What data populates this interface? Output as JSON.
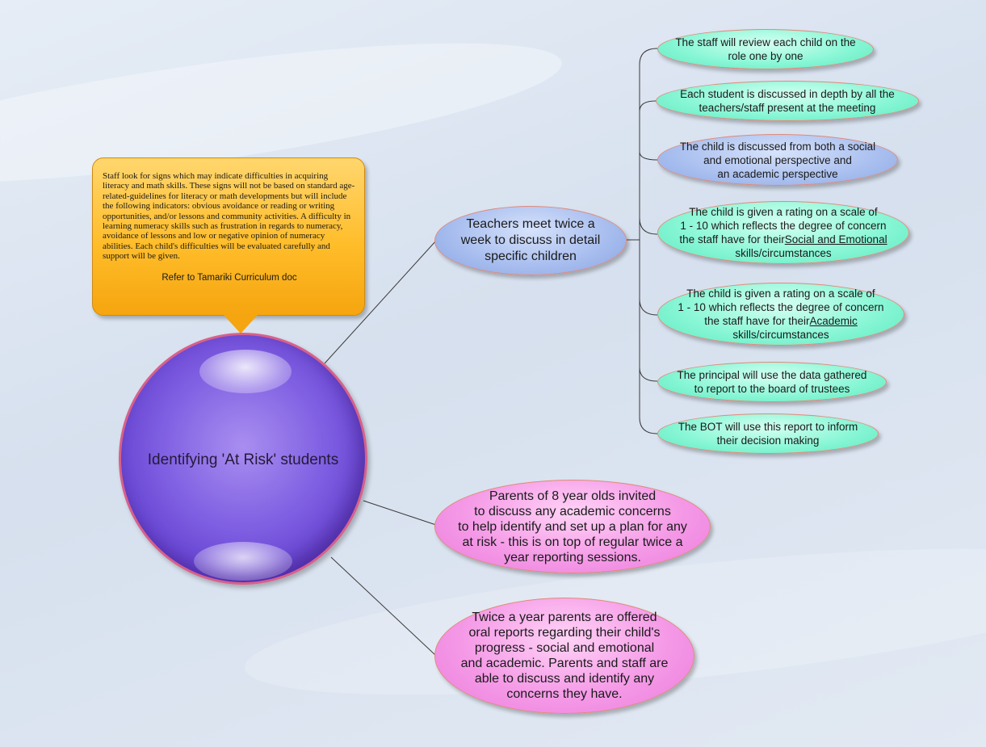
{
  "central": {
    "title": "Identifying 'At Risk' students"
  },
  "callout": {
    "body": "Staff look for signs which may indicate difficulties in acquiring literacy and math skills. These signs will not be based on standard age-related-guidelines for literacy or math developments but will include the following indicators: obvious avoidance or reading or writing opportunities, and/or lessons and community activities. A difficulty in learning numeracy skills such as frustration in regards to numeracy, avoidance of lessons and low or negative opinion of numeracy abilities. Each child's difficulties will be evaluated carefully and support will be given.",
    "reference": "Refer to Tamariki Curriculum doc"
  },
  "branches": {
    "teachers": {
      "label": "Teachers meet twice a\nweek to  discuss in detail\nspecific children",
      "children": [
        {
          "text": "The staff will review each child on the\nrole one by one"
        },
        {
          "text": "Each student is discussed in depth by all the\nteachers/staff present at the meeting"
        },
        {
          "text": "The child is discussed from both a social\nand emotional perspective and\nan academic perspective"
        },
        {
          "pre": "The child is given a rating on a scale of\n1 - 10 which reflects the degree of concern\nthe staff have for their",
          "link": "Social and Emotional",
          "post": "\nskills/circumstances"
        },
        {
          "pre": "The child is given a rating on a scale of\n1 - 10 which reflects the degree of concern\nthe staff have for their",
          "link": "Academic",
          "post": "\nskills/circumstances"
        },
        {
          "text": "The principal will use the data gathered\nto report to the board of trustees"
        },
        {
          "text": "The BOT will use this report to inform\ntheir decision making"
        }
      ]
    },
    "parents8": {
      "label": "Parents of 8 year olds invited\nto discuss any academic concerns\nto help identify and set up a plan for any\nat risk - this is on top of regular twice a\nyear reporting sessions."
    },
    "twiceYear": {
      "label": "Twice a year parents are offered\noral reports regarding their child's\nprogress - social and emotional\nand academic. Parents and staff are\nable to discuss and identify any\nconcerns they have."
    }
  },
  "colors": {
    "leaf": "#8bf7d6",
    "hub": "#a6bcee",
    "pink": "#f59ae7",
    "callout": "#ffbd2a",
    "sphere": "#7f5fe2",
    "line": "#3a3a3a"
  }
}
